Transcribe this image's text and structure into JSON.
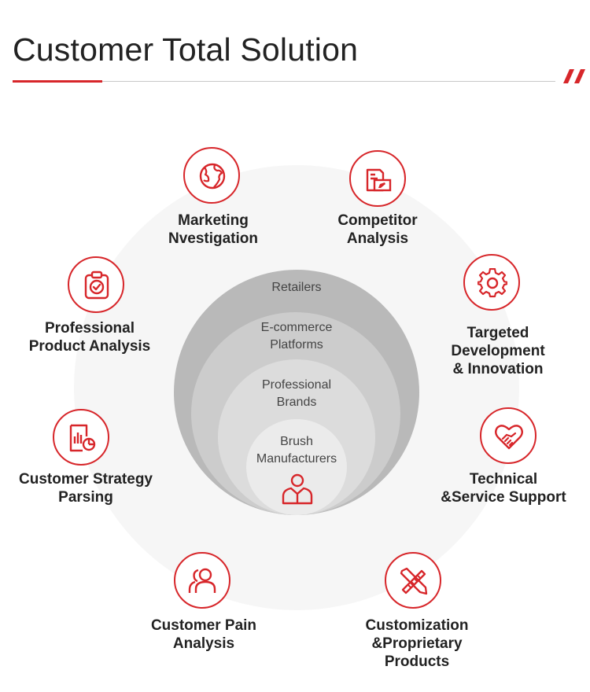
{
  "header": {
    "title": "Customer Total Solution"
  },
  "core": {
    "rings": [
      {
        "lines": [
          "Retailers"
        ]
      },
      {
        "lines": [
          "E-commerce",
          "Platforms"
        ]
      },
      {
        "lines": [
          "Professional",
          "Brands"
        ]
      },
      {
        "lines": [
          "Brush",
          "Manufacturers"
        ]
      }
    ],
    "center_icon": "person-icon"
  },
  "nodes": [
    {
      "icon": "globe-icon",
      "lines": [
        "Marketing",
        "Nvestigation"
      ]
    },
    {
      "icon": "document-edit-icon",
      "lines": [
        "Competitor",
        "Analysis"
      ]
    },
    {
      "icon": "clipboard-check-icon",
      "lines": [
        "Professional",
        "Product Analysis"
      ]
    },
    {
      "icon": "gear-icon",
      "lines": [
        "Targeted",
        "Development",
        "& Innovation"
      ]
    },
    {
      "icon": "report-chart-icon",
      "lines": [
        "Customer Strategy",
        "Parsing"
      ]
    },
    {
      "icon": "heart-handshake-icon",
      "lines": [
        "Technical",
        "&Service Support"
      ]
    },
    {
      "icon": "users-icon",
      "lines": [
        "Customer Pain",
        "Analysis"
      ]
    },
    {
      "icon": "pencil-ruler-icon",
      "lines": [
        "Customization",
        "&Proprietary",
        "Products"
      ]
    }
  ],
  "colors": {
    "accent": "#d7262a",
    "title": "#222222",
    "ring_outer": "#b9b9b9",
    "background_circle": "#f6f6f6"
  }
}
